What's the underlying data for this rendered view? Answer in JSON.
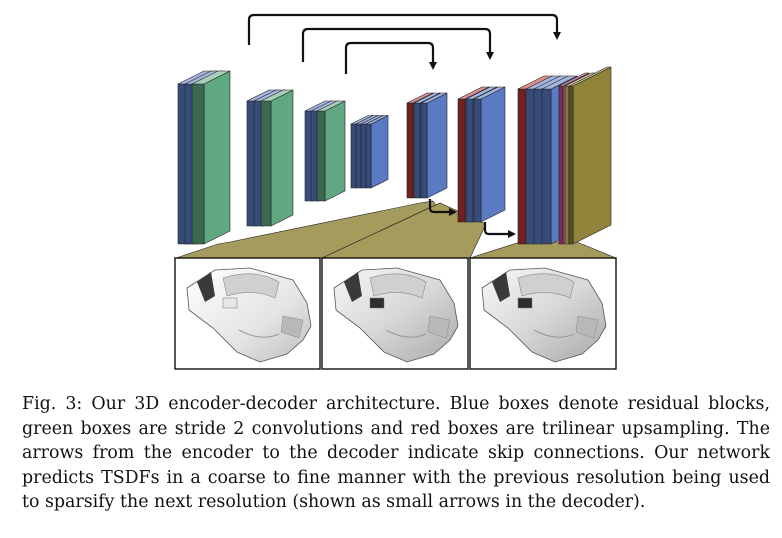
{
  "colors": {
    "residual": "#5a7ac4",
    "stride_conv": "#5fa882",
    "upsample": "#b83434",
    "output_magenta": "#c0458f",
    "output_yellow": "#d6c35a",
    "output_olive": "#8f843a",
    "projection": "#a49b5c",
    "arrow": "#111111"
  },
  "icons": {
    "skip_arrow": "arrow-right-icon",
    "sparsify_arrow": "arrow-right-icon"
  },
  "network": {
    "encoder_stages": 4,
    "decoder_stages": 3,
    "skip_connections": 3,
    "sparsify_arrows": 2
  },
  "caption": {
    "label": "Fig. 3:",
    "text": "Our 3D encoder-decoder architecture. Blue boxes denote residual blocks, green boxes are stride 2 convolutions and red boxes are trilinear upsampling. The arrows from the encoder to the decoder indicate skip connections. Our network predicts TSDFs in a coarse to fine manner with the previous resolution being used to sparsify the next resolution (shown as small arrows in the decoder)."
  }
}
